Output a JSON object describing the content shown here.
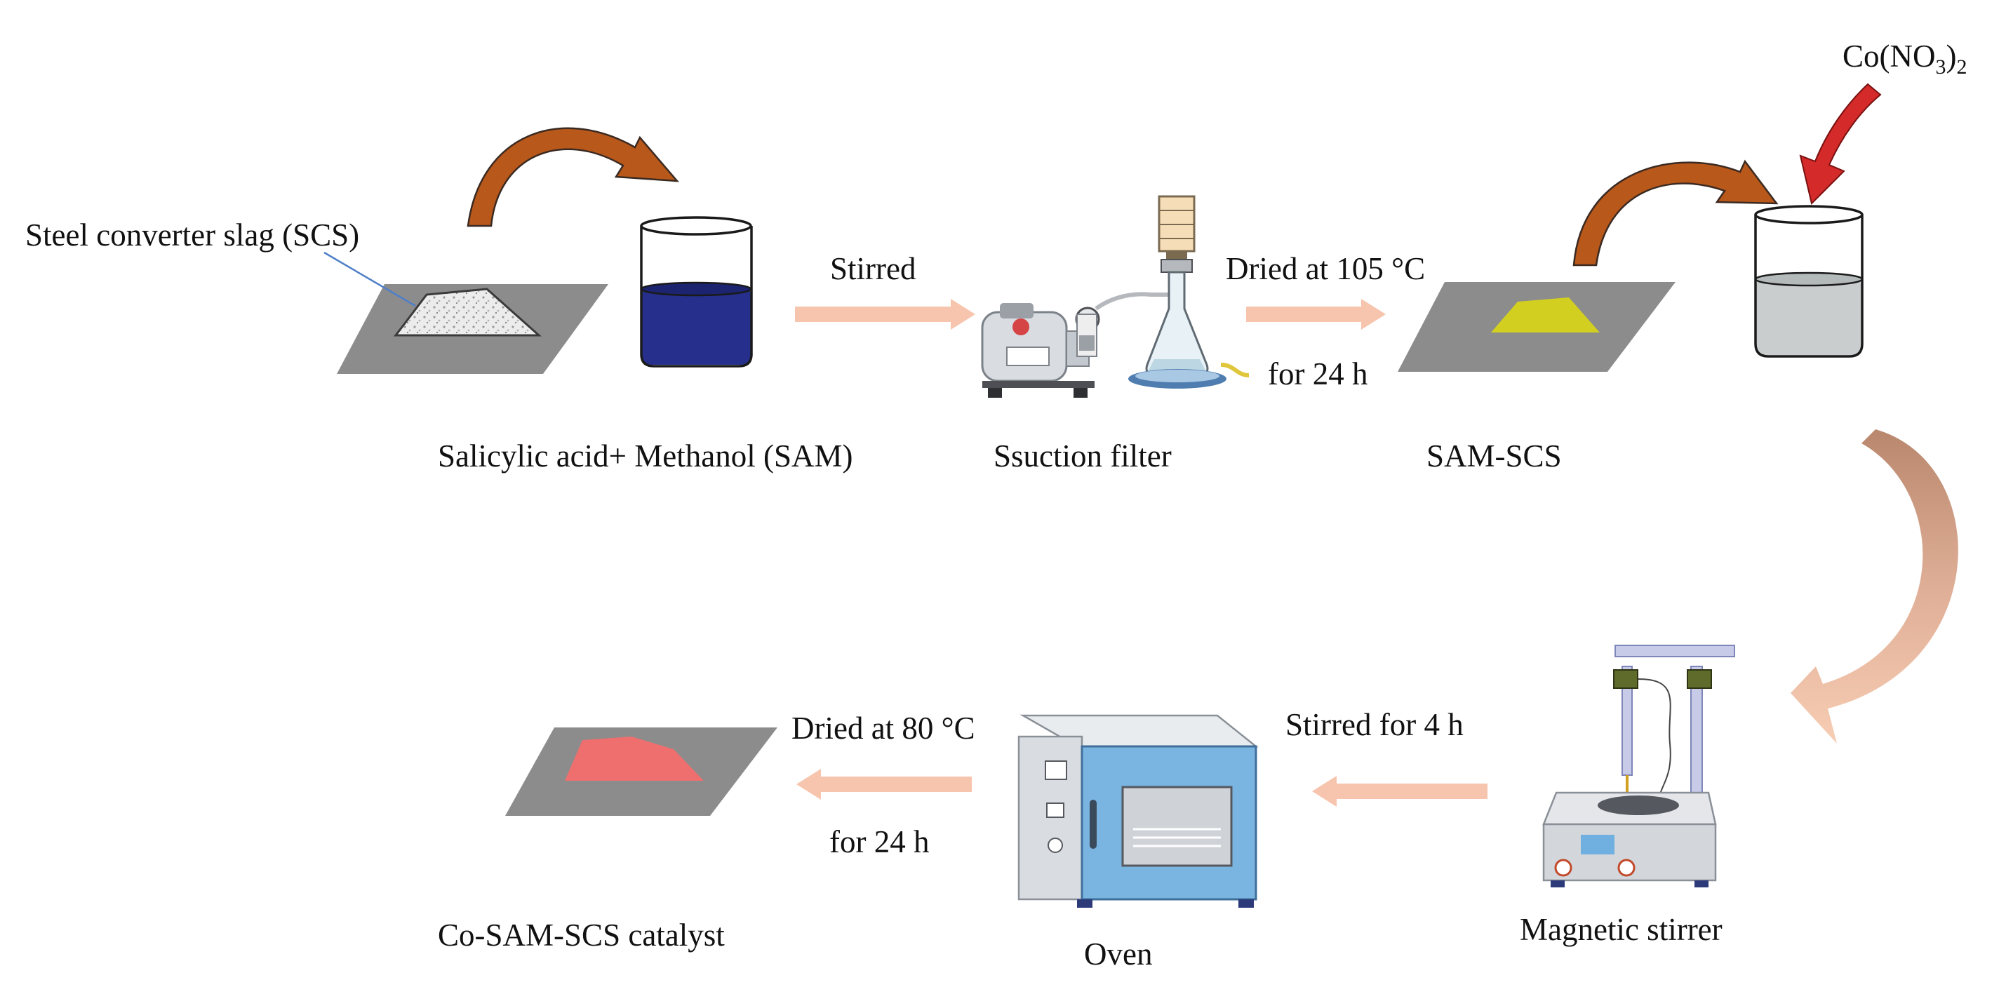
{
  "labels": {
    "scs": "Steel converter slag (SCS)",
    "sam": "Salicylic acid+ Methanol (SAM)",
    "stirred": "Stirred",
    "suction_filter": "Ssuction filter",
    "dried_105": "Dried at 105 °C",
    "for_24h_1": "for 24 h",
    "sam_scs": "SAM-SCS",
    "co_prefix": "Co(NO",
    "co_sub1": "3",
    "co_paren": ")",
    "co_sub2": "2",
    "stirred_4h": "Stirred for 4 h",
    "magnetic_stirrer": "Magnetic stirrer",
    "oven": "Oven",
    "dried_80": "Dried at 80 °C",
    "for_24h_2": "for 24 h",
    "catalyst": "Co-SAM-SCS  catalyst"
  },
  "colors": {
    "tray": "#8c8c8c",
    "sam_solution": "#26308c",
    "sam_scs_powder": "#d2cf21",
    "catalyst_powder": "#ef6f6f",
    "cobalt_solution": "#c9cdcd",
    "process_arrow": "#f7c4ad",
    "curved_arrow": "#b8581a",
    "cobalt_arrow": "#d42a2a",
    "big_transfer_arrow": "#d9a994",
    "oven_door": "#7ab4e0",
    "oven_body": "#d9dde2"
  }
}
